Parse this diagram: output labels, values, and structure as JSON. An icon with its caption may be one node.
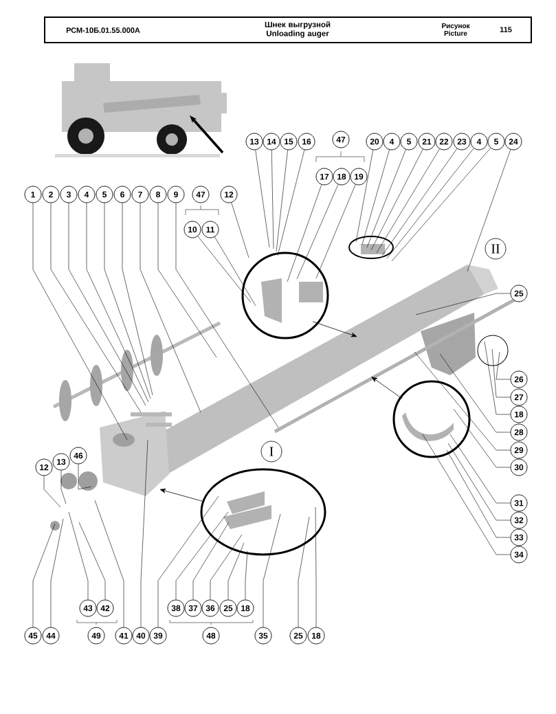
{
  "diagram": {
    "title": "Шнек выгрузной Unloading auger",
    "nodes": [
      {
        "text": [
          "13"
        ]
      },
      {
        "text": [
          "14"
        ]
      },
      {
        "text": [
          "15"
        ]
      },
      {
        "text": [
          "16"
        ]
      },
      {
        "text": [
          "47"
        ]
      },
      {
        "text": [
          "20"
        ]
      },
      {
        "text": [
          "4"
        ]
      },
      {
        "text": [
          "5"
        ]
      },
      {
        "text": [
          "21"
        ]
      },
      {
        "text": [
          "22"
        ]
      },
      {
        "text": [
          "23"
        ]
      },
      {
        "text": [
          "4"
        ]
      },
      {
        "text": [
          "5"
        ]
      },
      {
        "text": [
          "24"
        ]
      },
      {
        "text": [
          "17"
        ]
      },
      {
        "text": [
          "18"
        ]
      },
      {
        "text": [
          "19"
        ]
      },
      {
        "text": [
          "1"
        ]
      },
      {
        "text": [
          "2"
        ]
      },
      {
        "text": [
          "3"
        ]
      },
      {
        "text": [
          "4"
        ]
      },
      {
        "text": [
          "5"
        ]
      },
      {
        "text": [
          "6"
        ]
      },
      {
        "text": [
          "7"
        ]
      },
      {
        "text": [
          "8"
        ]
      },
      {
        "text": [
          "9"
        ]
      },
      {
        "text": [
          "47"
        ]
      },
      {
        "text": [
          "12"
        ]
      },
      {
        "text": [
          "10"
        ]
      },
      {
        "text": [
          "11"
        ]
      },
      {
        "text": [
          "25"
        ]
      },
      {
        "text": [
          "26"
        ]
      },
      {
        "text": [
          "27"
        ]
      },
      {
        "text": [
          "18"
        ]
      },
      {
        "text": [
          "28"
        ]
      },
      {
        "text": [
          "29"
        ]
      },
      {
        "text": [
          "30"
        ]
      },
      {
        "text": [
          "31"
        ]
      },
      {
        "text": [
          "32"
        ]
      },
      {
        "text": [
          "33"
        ]
      },
      {
        "text": [
          "34"
        ]
      },
      {
        "text": [
          "12"
        ]
      },
      {
        "text": [
          "13"
        ]
      },
      {
        "text": [
          "46"
        ]
      },
      {
        "text": [
          "43"
        ]
      },
      {
        "text": [
          "42"
        ]
      },
      {
        "text": [
          "38"
        ]
      },
      {
        "text": [
          "37"
        ]
      },
      {
        "text": [
          "36"
        ]
      },
      {
        "text": [
          "25"
        ]
      },
      {
        "text": [
          "18"
        ]
      },
      {
        "text": [
          "45"
        ]
      },
      {
        "text": [
          "44"
        ]
      },
      {
        "text": [
          "49"
        ]
      },
      {
        "text": [
          "41"
        ]
      },
      {
        "text": [
          "40"
        ]
      },
      {
        "text": [
          "39"
        ]
      },
      {
        "text": [
          "48"
        ]
      },
      {
        "text": [
          "35"
        ]
      },
      {
        "text": [
          "25"
        ]
      },
      {
        "text": [
          "18"
        ]
      }
    ],
    "edges": [
      {
        "from": 0,
        "to": null,
        "arrow": "none"
      },
      {
        "from": 1,
        "to": null,
        "arrow": "none"
      },
      {
        "from": 2,
        "to": null,
        "arrow": "none"
      },
      {
        "from": 3,
        "to": null,
        "arrow": "none"
      },
      {
        "from": 5,
        "to": null,
        "arrow": "none"
      },
      {
        "from": 6,
        "to": null,
        "arrow": "none"
      },
      {
        "from": 7,
        "to": null,
        "arrow": "none"
      },
      {
        "from": 8,
        "to": null,
        "arrow": "none"
      },
      {
        "from": 9,
        "to": null,
        "arrow": "none"
      },
      {
        "from": 10,
        "to": null,
        "arrow": "none"
      },
      {
        "from": 11,
        "to": null,
        "arrow": "none"
      },
      {
        "from": 12,
        "to": null,
        "arrow": "none"
      },
      {
        "from": 13,
        "to": null,
        "arrow": "none"
      },
      {
        "from": 14,
        "to": null,
        "arrow": "none"
      },
      {
        "from": 15,
        "to": null,
        "arrow": "none"
      },
      {
        "from": 16,
        "to": null,
        "arrow": "none"
      },
      {
        "from": 17,
        "to": null,
        "arrow": "none"
      },
      {
        "from": 18,
        "to": null,
        "arrow": "none"
      },
      {
        "from": 19,
        "to": null,
        "arrow": "none"
      },
      {
        "from": 20,
        "to": null,
        "arrow": "none"
      },
      {
        "from": 21,
        "to": null,
        "arrow": "none"
      },
      {
        "from": 22,
        "to": null,
        "arrow": "none"
      },
      {
        "from": 23,
        "to": null,
        "arrow": "none"
      },
      {
        "from": 24,
        "to": null,
        "arrow": "none"
      },
      {
        "from": 25,
        "to": null,
        "arrow": "none"
      },
      {
        "from": 27,
        "to": null,
        "arrow": "none"
      },
      {
        "from": 28,
        "to": null,
        "arrow": "none"
      },
      {
        "from": 29,
        "to": null,
        "arrow": "none"
      },
      {
        "from": 30,
        "to": null,
        "arrow": "none"
      },
      {
        "from": 31,
        "to": null,
        "arrow": "none"
      },
      {
        "from": 32,
        "to": null,
        "arrow": "none"
      },
      {
        "from": 33,
        "to": null,
        "arrow": "none"
      },
      {
        "from": 34,
        "to": null,
        "arrow": "none"
      },
      {
        "from": 35,
        "to": null,
        "arrow": "none"
      },
      {
        "from": 36,
        "to": null,
        "arrow": "none"
      },
      {
        "from": 37,
        "to": null,
        "arrow": "none"
      },
      {
        "from": 38,
        "to": null,
        "arrow": "none"
      },
      {
        "from": 39,
        "to": null,
        "arrow": "none"
      },
      {
        "from": 40,
        "to": null,
        "arrow": "none"
      },
      {
        "from": 41,
        "to": null,
        "arrow": "none"
      },
      {
        "from": 42,
        "to": null,
        "arrow": "none"
      },
      {
        "from": 43,
        "to": null,
        "arrow": "none"
      },
      {
        "from": 44,
        "to": null,
        "arrow": "none"
      },
      {
        "from": 45,
        "to": null,
        "arrow": "none"
      },
      {
        "from": 46,
        "to": null,
        "arrow": "none"
      },
      {
        "from": 47,
        "to": null,
        "arrow": "none"
      },
      {
        "from": 48,
        "to": null,
        "arrow": "none"
      },
      {
        "from": 49,
        "to": null,
        "arrow": "none"
      },
      {
        "from": 50,
        "to": null,
        "arrow": "none"
      },
      {
        "from": 51,
        "to": null,
        "arrow": "none"
      },
      {
        "from": 52,
        "to": null,
        "arrow": "none"
      },
      {
        "from": 54,
        "to": null,
        "arrow": "none"
      },
      {
        "from": 55,
        "to": null,
        "arrow": "none"
      },
      {
        "from": 56,
        "to": null,
        "arrow": "none"
      },
      {
        "from": 58,
        "to": null,
        "arrow": "none"
      },
      {
        "from": 59,
        "to": null,
        "arrow": "none"
      },
      {
        "from": 60,
        "to": null,
        "arrow": "none"
      }
    ],
    "labels": [
      "РСМ-10Б.01.55.000А",
      "Рисунок Picture",
      "115",
      "I",
      "II"
    ]
  }
}
